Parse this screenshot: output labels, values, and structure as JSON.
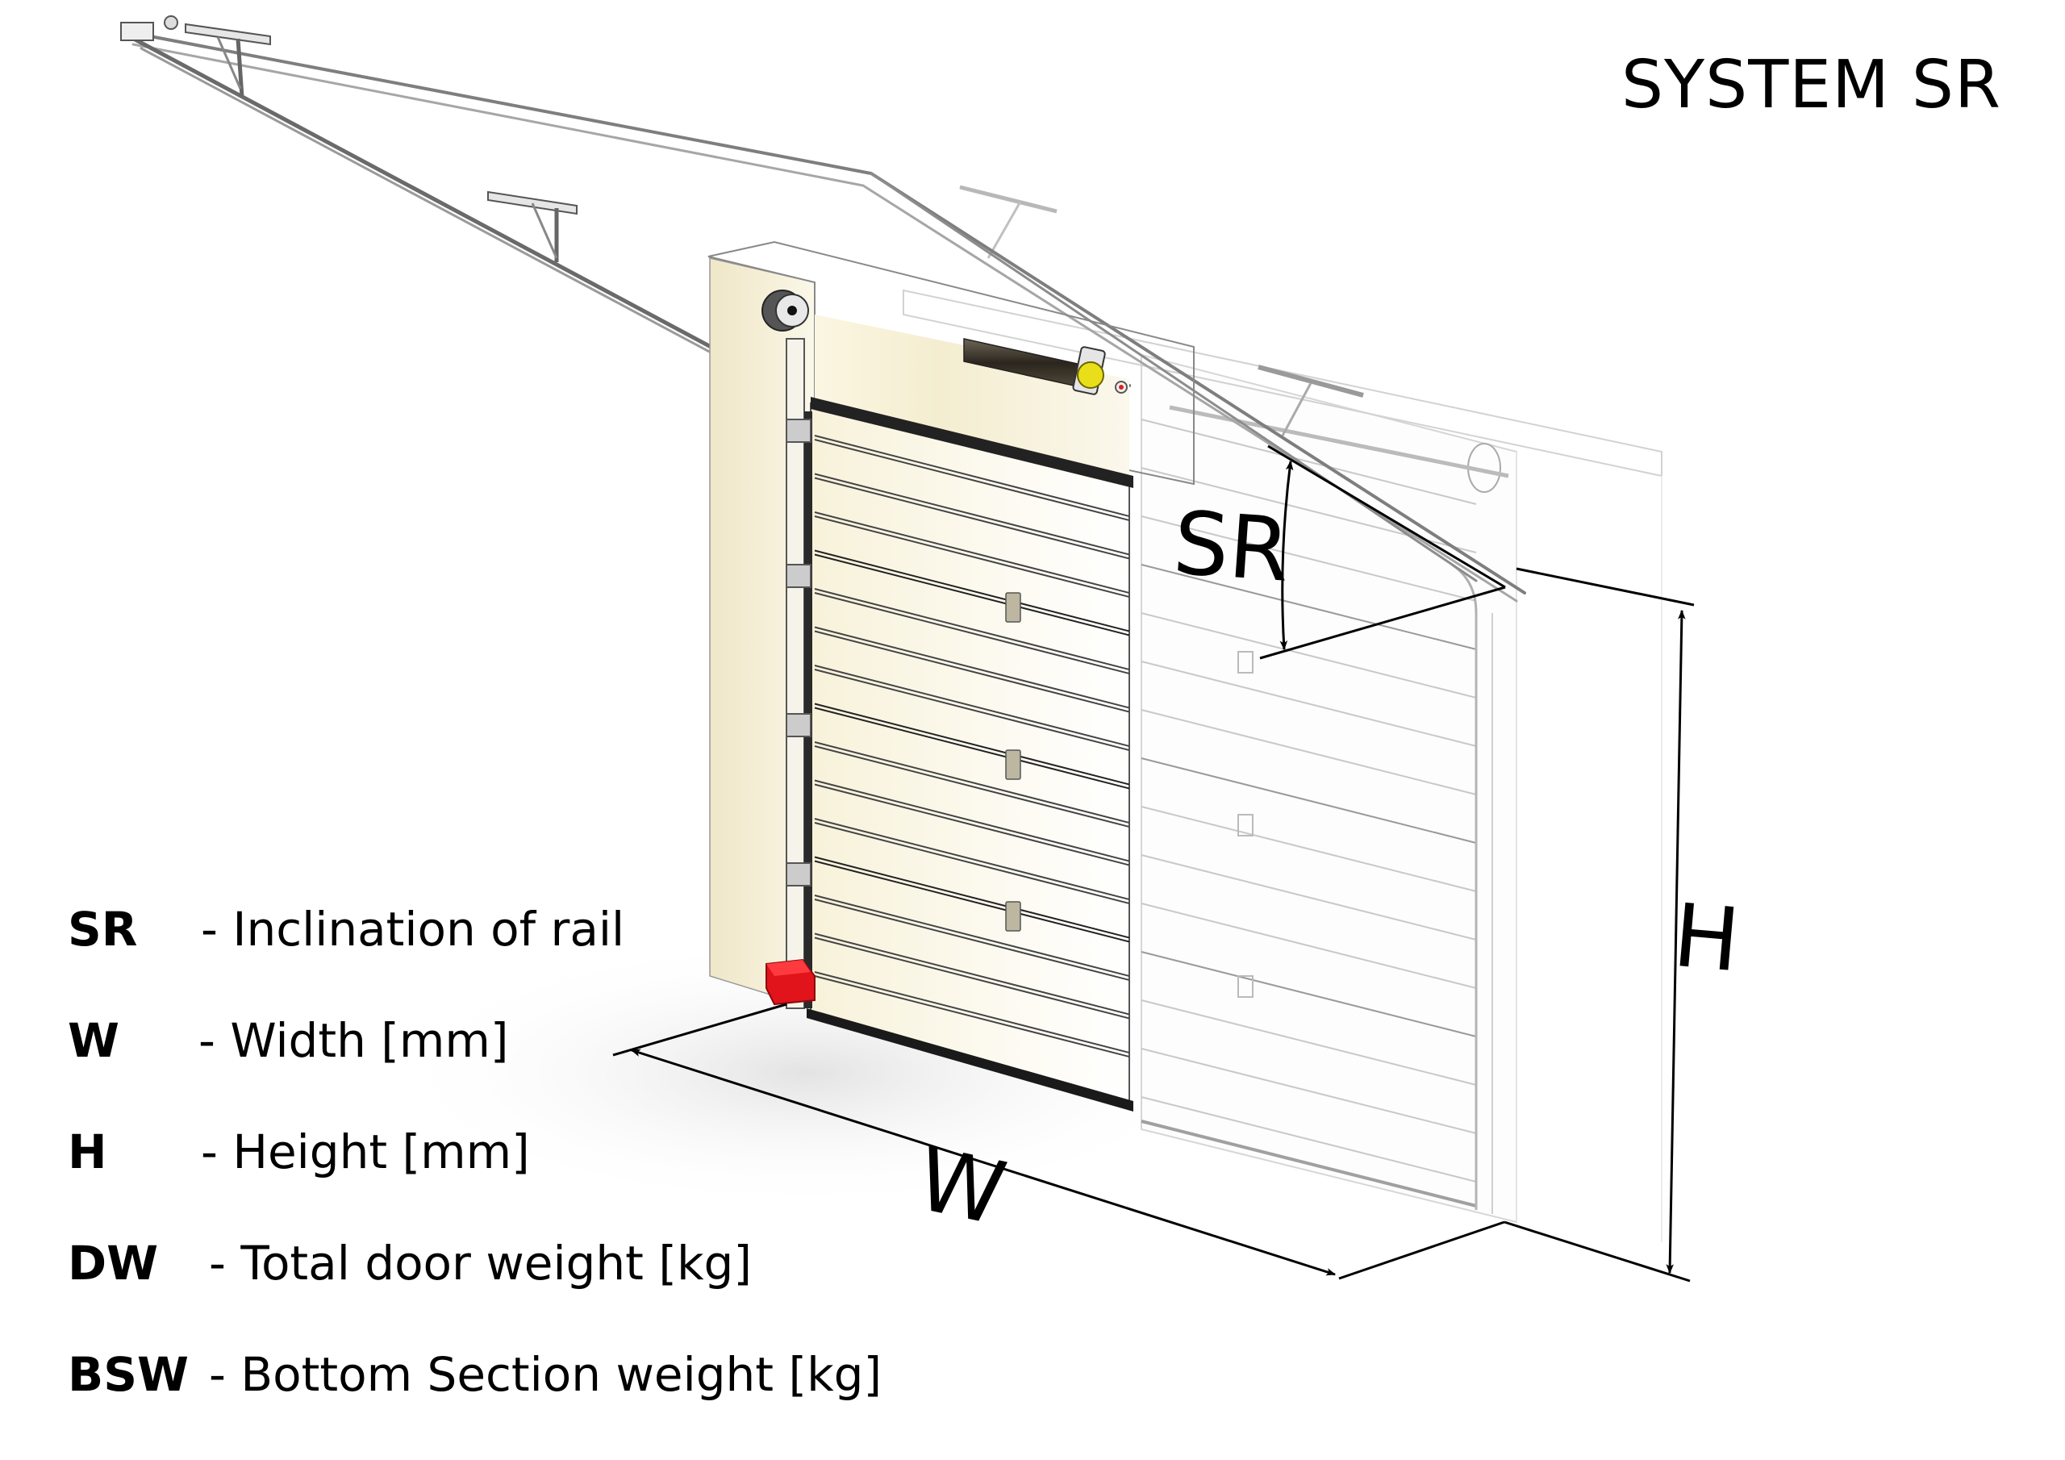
{
  "title": "SYSTEM SR",
  "dimension_labels": {
    "inclination": "SR",
    "width": "W",
    "height": "H"
  },
  "legend": [
    {
      "abbr": "SR",
      "desc": "- Inclination of rail"
    },
    {
      "abbr": "W",
      "desc": "- Width [mm]"
    },
    {
      "abbr": "H",
      "desc": "- Height [mm]"
    },
    {
      "abbr": "DW",
      "desc": "- Total door weight [kg]"
    },
    {
      "abbr": "BSW",
      "desc": "- Bottom Section weight [kg]"
    }
  ],
  "colors": {
    "door_panel": "#fbf8ec",
    "wall_panel": "#f1ead0",
    "dimension_line": "#000000",
    "rail": "#8a8a8a",
    "ghost_line": "#c8c8c8",
    "accent_red": "#e0141a",
    "accent_yellow": "#e8de1a",
    "spring_dark": "#3a342a"
  }
}
